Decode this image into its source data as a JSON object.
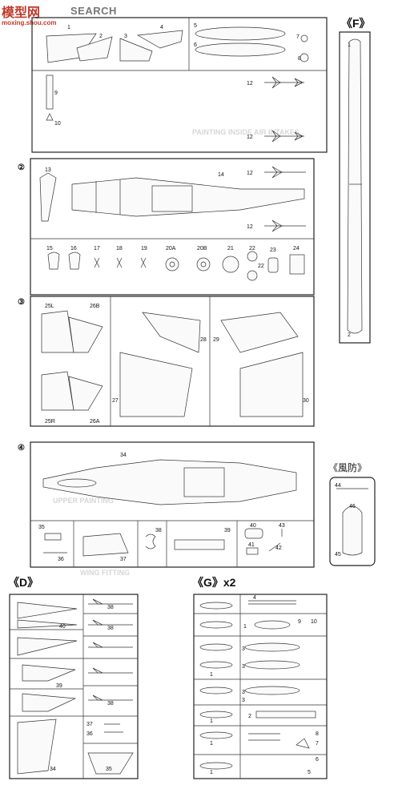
{
  "watermark": {
    "brand": "模型网",
    "search": "SEARCH",
    "url": "moxing.shou.com"
  },
  "sheet_labels": {
    "F": "《F》",
    "canopy": "《風防》",
    "D": "《D》",
    "G": "《G》x2"
  },
  "step_markers": [
    "②",
    "③",
    "④"
  ],
  "parts_top": [
    "1",
    "2",
    "3",
    "4",
    "5",
    "6",
    "7",
    "8",
    "9",
    "10",
    "12",
    "12"
  ],
  "parts_step2": [
    "13",
    "14",
    "12",
    "12",
    "15",
    "16",
    "17",
    "18",
    "19",
    "20A",
    "20B",
    "21",
    "22",
    "22",
    "23",
    "24"
  ],
  "parts_step3": [
    "25L",
    "26B",
    "25R",
    "26A",
    "27",
    "28",
    "29",
    "30"
  ],
  "parts_step4": [
    "34",
    "35",
    "36",
    "37",
    "38",
    "39",
    "40",
    "41",
    "42",
    "43"
  ],
  "parts_F": [
    "1",
    "2"
  ],
  "parts_canopy": [
    "44",
    "46",
    "45"
  ],
  "parts_D": [
    "40",
    "38",
    "38",
    "39",
    "38",
    "37",
    "36",
    "34",
    "35"
  ],
  "parts_G": [
    "4",
    "1",
    "9",
    "10",
    "3",
    "3",
    "1",
    "3",
    "3",
    "1",
    "2",
    "1",
    "8",
    "7",
    "1",
    "6",
    "5"
  ],
  "ghost_text": [
    "PAINTING INSIDE AIR INTAKES",
    "UPPER PAINTING",
    "WING FITTING"
  ]
}
